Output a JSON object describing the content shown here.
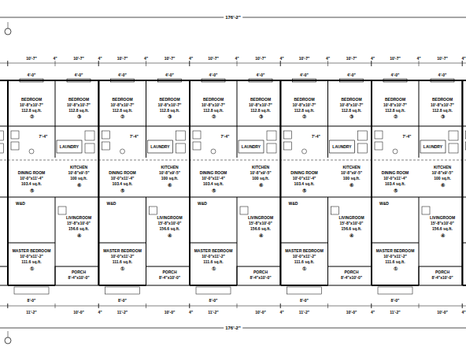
{
  "diagram": {
    "labels": [
      "176'-2\"",
      "176'-2\"",
      "10'-7\"",
      "4\"",
      "10'-7\"",
      "4\"",
      "4'-0\"",
      "4'-0\"",
      "BEDROOM",
      "10'-8\"x10'-7\"",
      "112.8 sq.ft.",
      "②",
      "BEDROOM",
      "10'-8\"x10'-7\"",
      "112.8 sq.ft.",
      "③",
      "7'-4\"",
      "LAUNDRY",
      "KITCHEN",
      "10'-8\"x9'-5\"",
      "100 sq.ft.",
      "⑥",
      "DINING ROOM",
      "10'-0\"x11'-4\"",
      "103.4 sq.ft.",
      "⑤",
      "W&D",
      "LIVINGROOM",
      "15'-8\"x10'-0\"",
      "156.6 sq.ft.",
      "④",
      "MASTER BEDROOM",
      "10'-0\"x11'-2\"",
      "111.6 sq.ft.",
      "①",
      "PORCH",
      "8'-4\"x10'-0\"",
      "8'-0\"",
      "11'-2\"",
      "10'-0\"",
      "4\"",
      "10'-7\"",
      "4\"",
      "10'-7\"",
      "4\"",
      "4'-0\"",
      "4'-0\"",
      "BEDROOM",
      "10'-8\"x10'-7\"",
      "112.8 sq.ft.",
      "②",
      "BEDROOM",
      "10'-8\"x10'-7\"",
      "112.8 sq.ft.",
      "③",
      "7'-4\"",
      "LAUNDRY",
      "KITCHEN",
      "10'-8\"x9'-5\"",
      "100 sq.ft.",
      "⑥",
      "DINING ROOM",
      "10'-0\"x11'-4\"",
      "103.4 sq.ft.",
      "⑤",
      "W&D",
      "LIVINGROOM",
      "15'-8\"x10'-0\"",
      "156.6 sq.ft.",
      "④",
      "MASTER BEDROOM",
      "10'-0\"x11'-2\"",
      "111.6 sq.ft.",
      "①",
      "PORCH",
      "8'-4\"x10'-0\"",
      "8'-0\"",
      "11'-2\"",
      "10'-0\"",
      "4\"",
      "10'-7\"",
      "4\"",
      "10'-7\"",
      "4\"",
      "4'-0\"",
      "4'-0\"",
      "BEDROOM",
      "10'-8\"x10'-7\"",
      "112.8 sq.ft.",
      "②",
      "BEDROOM",
      "10'-8\"x10'-7\"",
      "112.8 sq.ft.",
      "③",
      "7'-4\"",
      "LAUNDRY",
      "KITCHEN",
      "10'-8\"x9'-5\"",
      "100 sq.ft.",
      "⑥",
      "DINING ROOM",
      "10'-0\"x11'-4\"",
      "103.4 sq.ft.",
      "⑤",
      "W&D",
      "LIVINGROOM",
      "15'-8\"x10'-0\"",
      "156.6 sq.ft.",
      "④",
      "MASTER BEDROOM",
      "10'-0\"x11'-2\"",
      "111.6 sq.ft.",
      "①",
      "PORCH",
      "8'-4\"x10'-0\"",
      "8'-0\"",
      "11'-2\"",
      "10'-0\"",
      "4\"",
      "10'-7\"",
      "4\"",
      "10'-7\"",
      "4\"",
      "4'-0\"",
      "4'-0\"",
      "BEDROOM",
      "10'-8\"x10'-7\"",
      "112.8 sq.ft.",
      "②",
      "BEDROOM",
      "10'-8\"x10'-7\"",
      "112.8 sq.ft.",
      "③",
      "7'-4\"",
      "LAUNDRY",
      "KITCHEN",
      "10'-8\"x9'-5\"",
      "100 sq.ft.",
      "⑥",
      "DINING ROOM",
      "10'-0\"x11'-4\"",
      "103.4 sq.ft.",
      "⑤",
      "W&D",
      "LIVINGROOM",
      "15'-8\"x10'-0\"",
      "156.6 sq.ft.",
      "④",
      "MASTER BEDROOM",
      "10'-0\"x11'-2\"",
      "111.6 sq.ft.",
      "①",
      "PORCH",
      "8'-4\"x10'-0\"",
      "8'-0\"",
      "11'-2\"",
      "10'-0\"",
      "4\"",
      "10'-7\"",
      "4\"",
      "10'-7\"",
      "4\"",
      "4'-0\"",
      "4'-0\"",
      "BEDROOM",
      "10'-8\"x10'-7\"",
      "112.8 sq.ft.",
      "②",
      "BEDROOM",
      "10'-8\"x10'-7\"",
      "112.8 sq.ft.",
      "③",
      "7'-4\"",
      "LAUNDRY",
      "KITCHEN",
      "10'-8\"x9'-5\"",
      "100 sq.ft.",
      "⑥",
      "DINING ROOM",
      "10'-0\"x11'-4\"",
      "103.4 sq.ft.",
      "⑤",
      "W&D",
      "LIVINGROOM",
      "15'-8\"x10'-0\"",
      "156.6 sq.ft.",
      "④",
      "MASTER BEDROOM",
      "10'-0\"x11'-2\"",
      "111.6 sq.ft.",
      "①",
      "PORCH",
      "8'-4\"x10'-0\"",
      "8'-0\"",
      "11'-2\"",
      "10'-0\"",
      "4\""
    ]
  }
}
